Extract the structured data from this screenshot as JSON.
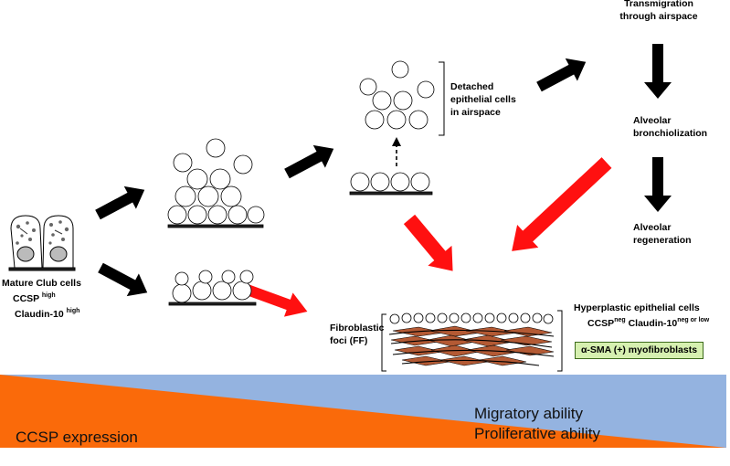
{
  "labels": {
    "transmigration_l1": "Transmigration",
    "transmigration_l2": "through airspace",
    "detached_l1": "Detached",
    "detached_l2": "epithelial cells",
    "detached_l3": "in airspace",
    "bronch_l1": "Alveolar",
    "bronch_l2": "bronchiolization",
    "regen_l1": "Alveolar",
    "regen_l2": "regeneration",
    "club_l1": "Mature Club cells",
    "club_ccsp": "CCSP",
    "club_ccsp_sup": "high",
    "club_claudin": "Claudin-10",
    "club_claudin_sup": "high",
    "ff_l1": "Fibroblastic",
    "ff_l2": "foci (FF)",
    "hyper_l1": "Hyperplastic epithelial cells",
    "hyper_ccsp": "CCSP",
    "hyper_ccsp_sup": "neg",
    "hyper_claudin": "Claudin-10",
    "hyper_claudin_sup": "neg or low",
    "sma": "α-SMA (+) myofibroblasts"
  },
  "gradient_bar": {
    "left_label": "CCSP expression",
    "right_label_1": "Migratory ability",
    "right_label_2": "Proliferative ability",
    "left_color": "#fa6a0a",
    "right_color": "#94b3e0"
  },
  "colors": {
    "black_arrow": "#000000",
    "red_arrow": "#ff1010",
    "fibroblast": "#b45a34",
    "sma_box": "#d6f0b0"
  }
}
